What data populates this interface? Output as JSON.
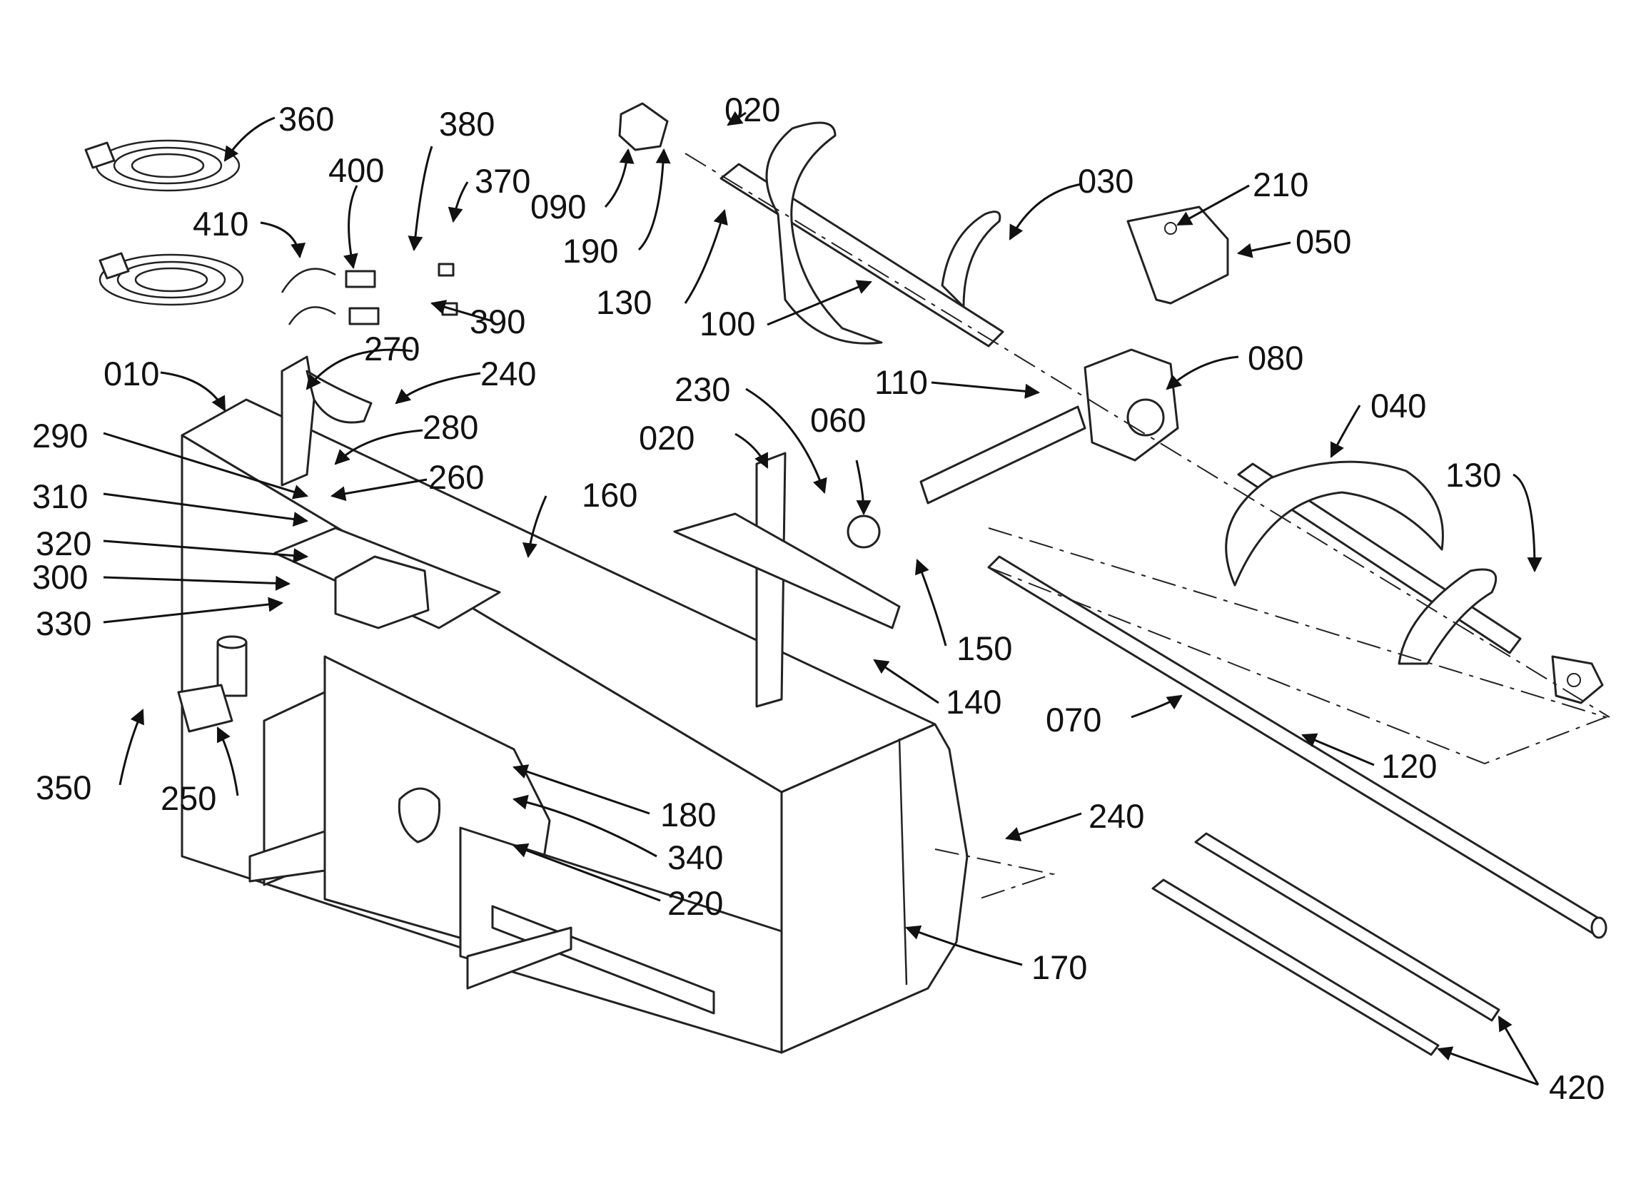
{
  "callouts": [
    {
      "id": "360",
      "text": "360"
    },
    {
      "id": "380",
      "text": "380"
    },
    {
      "id": "400",
      "text": "400"
    },
    {
      "id": "370",
      "text": "370"
    },
    {
      "id": "410",
      "text": "410"
    },
    {
      "id": "390",
      "text": "390"
    },
    {
      "id": "020a",
      "text": "020"
    },
    {
      "id": "090",
      "text": "090"
    },
    {
      "id": "190",
      "text": "190"
    },
    {
      "id": "130a",
      "text": "130"
    },
    {
      "id": "100",
      "text": "100"
    },
    {
      "id": "030",
      "text": "030"
    },
    {
      "id": "210",
      "text": "210"
    },
    {
      "id": "050",
      "text": "050"
    },
    {
      "id": "270",
      "text": "270"
    },
    {
      "id": "010",
      "text": "010"
    },
    {
      "id": "240a",
      "text": "240"
    },
    {
      "id": "280",
      "text": "280"
    },
    {
      "id": "290",
      "text": "290"
    },
    {
      "id": "260",
      "text": "260"
    },
    {
      "id": "310",
      "text": "310"
    },
    {
      "id": "320",
      "text": "320"
    },
    {
      "id": "300",
      "text": "300"
    },
    {
      "id": "330",
      "text": "330"
    },
    {
      "id": "110",
      "text": "110"
    },
    {
      "id": "080",
      "text": "080"
    },
    {
      "id": "230",
      "text": "230"
    },
    {
      "id": "060",
      "text": "060"
    },
    {
      "id": "020b",
      "text": "020"
    },
    {
      "id": "160",
      "text": "160"
    },
    {
      "id": "040",
      "text": "040"
    },
    {
      "id": "130b",
      "text": "130"
    },
    {
      "id": "150",
      "text": "150"
    },
    {
      "id": "140",
      "text": "140"
    },
    {
      "id": "070",
      "text": "070"
    },
    {
      "id": "120",
      "text": "120"
    },
    {
      "id": "350",
      "text": "350"
    },
    {
      "id": "250",
      "text": "250"
    },
    {
      "id": "180",
      "text": "180"
    },
    {
      "id": "340",
      "text": "340"
    },
    {
      "id": "220",
      "text": "220"
    },
    {
      "id": "240b",
      "text": "240"
    },
    {
      "id": "170",
      "text": "170"
    },
    {
      "id": "420",
      "text": "420"
    }
  ]
}
